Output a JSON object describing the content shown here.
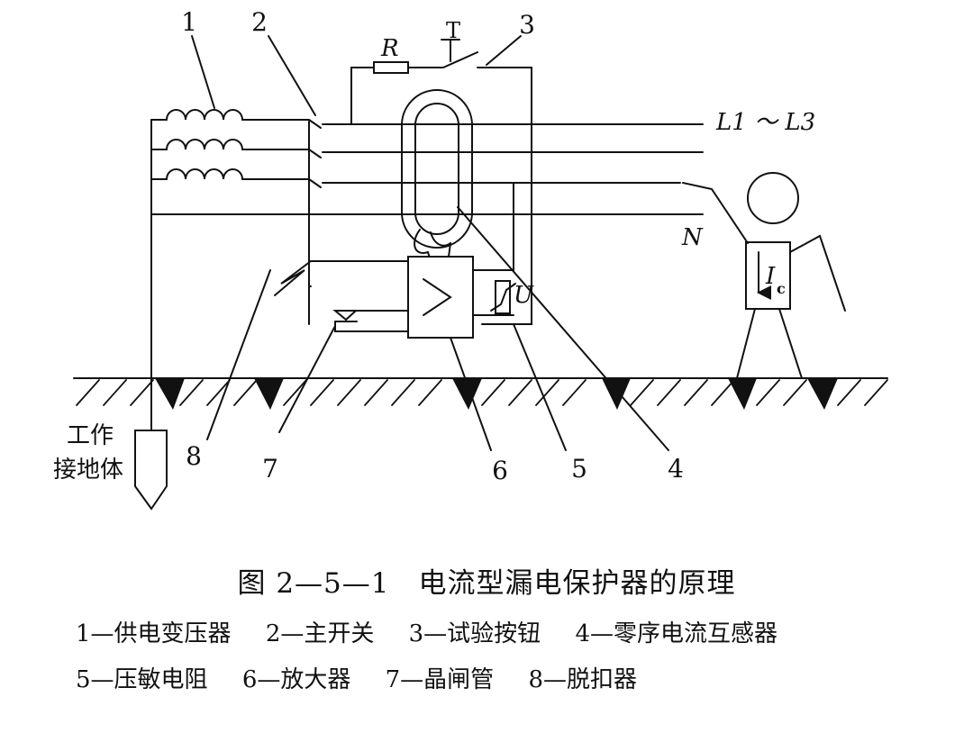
{
  "diagram": {
    "labels": {
      "callout_1": "1",
      "callout_2": "2",
      "callout_3": "3",
      "callout_4": "4",
      "callout_5": "5",
      "callout_6": "6",
      "callout_7": "7",
      "callout_8": "8",
      "resistor": "R",
      "test_button": "T",
      "phase_lines": "L1 ～ L3",
      "neutral": "N",
      "voltage": "U",
      "leak_current": "I",
      "leak_current_sub": "c",
      "ground_body_line1": "工作",
      "ground_body_line2": "接地体"
    }
  },
  "caption": {
    "title": "图 2—5—1　电流型漏电保护器的原理",
    "legend_line1": [
      "1—供电变压器",
      "2—主开关",
      "3—试验按钮",
      "4—零序电流互感器"
    ],
    "legend_line2": [
      "5—压敏电阻",
      "6—放大器",
      "7—晶闸管",
      "8—脱扣器"
    ]
  },
  "colors": {
    "ink": "#111111",
    "paper": "#ffffff"
  }
}
